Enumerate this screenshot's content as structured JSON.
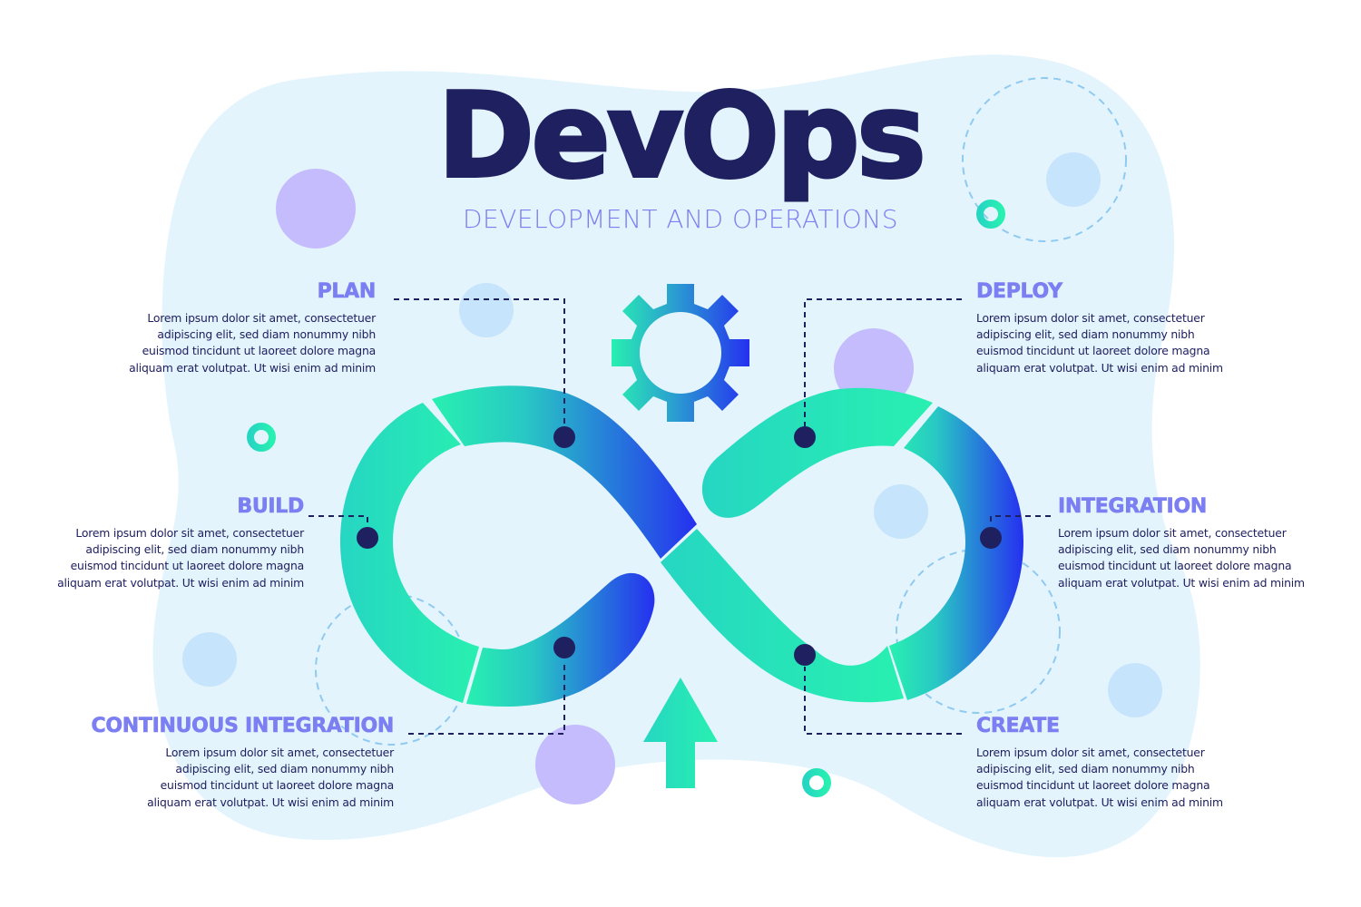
{
  "header": {
    "title": "DevOps",
    "subtitle": "DEVELOPMENT AND OPERATIONS"
  },
  "stages": [
    {
      "id": "plan",
      "label": "PLAN",
      "side": "left",
      "body_lines": [
        "Lorem ipsum dolor sit amet, consectetuer",
        "adipiscing elit, sed diam nonummy nibh",
        "euismod tincidunt ut laoreet dolore magna",
        "aliquam erat volutpat. Ut wisi enim ad minim"
      ]
    },
    {
      "id": "build",
      "label": "BUILD",
      "side": "left",
      "body_lines": [
        "Lorem ipsum dolor sit amet, consectetuer",
        "adipiscing elit, sed diam nonummy nibh",
        "euismod tincidunt ut laoreet dolore magna",
        "aliquam erat volutpat. Ut wisi enim ad minim"
      ]
    },
    {
      "id": "continuous-integration",
      "label": "CONTINUOUS INTEGRATION",
      "side": "left",
      "body_lines": [
        "Lorem ipsum dolor sit amet, consectetuer",
        "adipiscing elit, sed diam nonummy nibh",
        "euismod tincidunt ut laoreet dolore magna",
        "aliquam erat volutpat. Ut wisi enim ad minim"
      ]
    },
    {
      "id": "deploy",
      "label": "DEPLOY",
      "side": "right",
      "body_lines": [
        "Lorem ipsum dolor sit amet, consectetuer",
        "adipiscing elit, sed diam nonummy nibh",
        "euismod tincidunt ut laoreet dolore magna",
        "aliquam erat volutpat. Ut wisi enim ad minim"
      ]
    },
    {
      "id": "integration",
      "label": "INTEGRATION",
      "side": "right",
      "body_lines": [
        "Lorem ipsum dolor sit amet, consectetuer",
        "adipiscing elit, sed diam nonummy nibh",
        "euismod tincidunt ut laoreet dolore magna",
        "aliquam erat volutpat. Ut wisi enim ad minim"
      ]
    },
    {
      "id": "create",
      "label": "CREATE",
      "side": "right",
      "body_lines": [
        "Lorem ipsum dolor sit amet, consectetuer",
        "adipiscing elit, sed diam nonummy nibh",
        "euismod tincidunt ut laoreet dolore magna",
        "aliquam erat volutpat. Ut wisi enim ad minim"
      ]
    }
  ],
  "icons": {
    "center_top": "gear-icon",
    "center_bottom": "arrow-up-icon",
    "loop": "infinity-loop"
  },
  "colors": {
    "title": "#1f2060",
    "heading": "#7b7ff2",
    "body_text": "#1f2060",
    "background_blob": "#e4f4fd",
    "gradient_green": "#28f0b0",
    "gradient_teal": "#26d6c2",
    "gradient_blue": "#2530f0",
    "marker_dot": "#1f2060",
    "decor_purple": "#c4bcfd",
    "decor_lightblue": "#c6e4fb",
    "dashed_circle": "#8fcaf0"
  }
}
